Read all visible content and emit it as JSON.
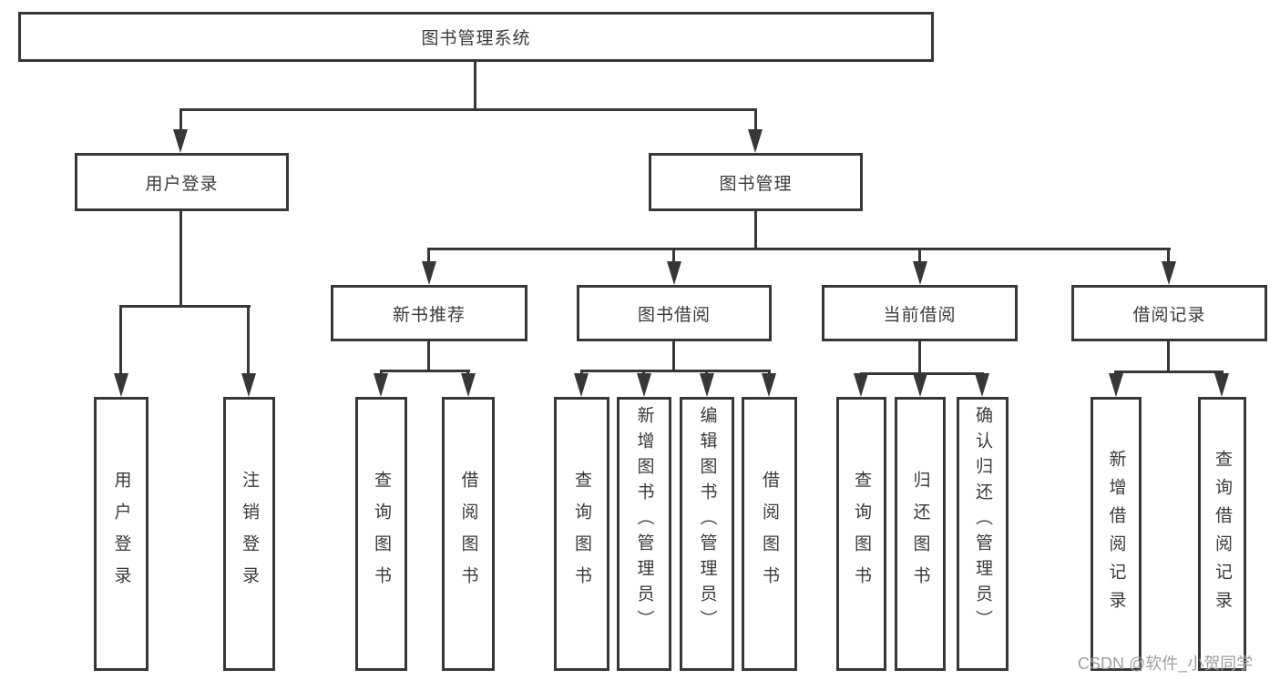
{
  "tree": {
    "root": {
      "label": "图书管理系统"
    },
    "branches": [
      {
        "label": "用户登录",
        "children": [
          {
            "label": "用户登录"
          },
          {
            "label": "注销登录"
          }
        ]
      },
      {
        "label": "图书管理",
        "children": [
          {
            "label": "新书推荐",
            "children": [
              {
                "label": "查询图书"
              },
              {
                "label": "借阅图书"
              }
            ]
          },
          {
            "label": "图书借阅",
            "children": [
              {
                "label": "查询图书"
              },
              {
                "label": "新增图书（管理员）"
              },
              {
                "label": "编辑图书（管理员）"
              },
              {
                "label": "借阅图书"
              }
            ]
          },
          {
            "label": "当前借阅",
            "children": [
              {
                "label": "查询图书"
              },
              {
                "label": "归还图书"
              },
              {
                "label": "确认归还（管理员）"
              }
            ]
          },
          {
            "label": "借阅记录",
            "children": [
              {
                "label": "新增借阅记录"
              },
              {
                "label": "查询借阅记录"
              }
            ]
          }
        ]
      }
    ]
  },
  "watermark": "CSDN @软件_小贺同学",
  "colors": {
    "line": "#373737",
    "box_border": "#373737",
    "box_background": "#ffffff",
    "text": "#3a3a3a",
    "watermark": "#9e9e9e",
    "page_background": "#ffffff"
  }
}
